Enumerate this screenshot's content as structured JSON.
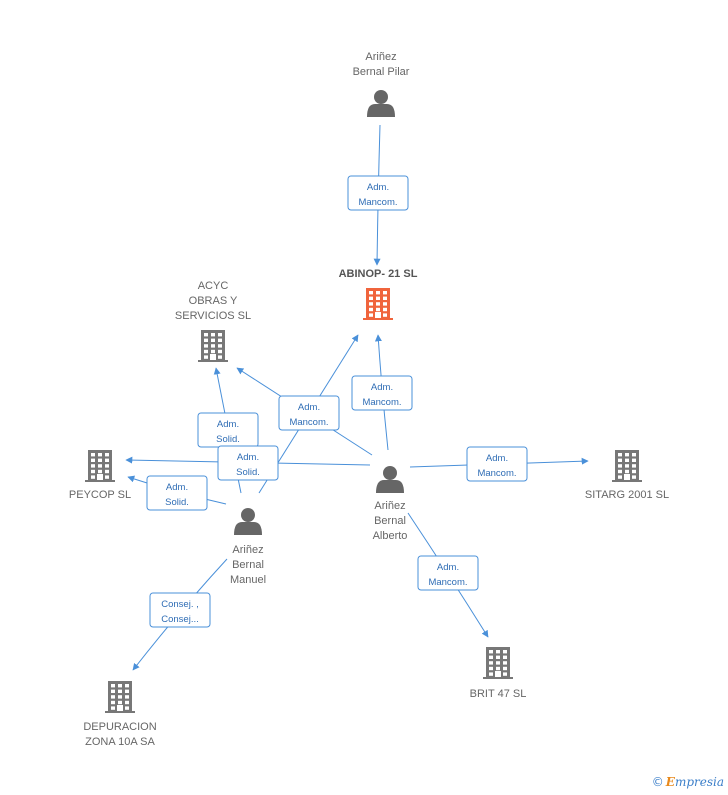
{
  "nodes": [
    {
      "id": "pilar",
      "kind": "person",
      "label": [
        "Ariñez",
        "Bernal Pilar"
      ]
    },
    {
      "id": "abinop",
      "kind": "company",
      "main": true,
      "label": [
        "ABINOP- 21 SL"
      ]
    },
    {
      "id": "acyc",
      "kind": "company",
      "label": [
        "ACYC",
        "OBRAS Y",
        "SERVICIOS  SL"
      ]
    },
    {
      "id": "peycop",
      "kind": "company",
      "label": [
        "PEYCOP SL"
      ]
    },
    {
      "id": "alberto",
      "kind": "person",
      "label": [
        "Ariñez",
        "Bernal",
        "Alberto"
      ]
    },
    {
      "id": "manuel",
      "kind": "person",
      "label": [
        "Ariñez",
        "Bernal",
        "Manuel"
      ]
    },
    {
      "id": "sitarg",
      "kind": "company",
      "label": [
        "SITARG 2001 SL"
      ]
    },
    {
      "id": "brit",
      "kind": "company",
      "label": [
        "BRIT 47 SL"
      ]
    },
    {
      "id": "depuracion",
      "kind": "company",
      "label": [
        "DEPURACION",
        "ZONA 10A SA"
      ]
    }
  ],
  "edges": [
    {
      "from": "pilar",
      "to": "abinop",
      "label": [
        "Adm.",
        "Mancom."
      ]
    },
    {
      "from": "alberto",
      "to": "abinop",
      "label": [
        "Adm.",
        "Mancom."
      ]
    },
    {
      "from": "manuel",
      "to": "abinop",
      "label": [
        "Adm.",
        "Mancom."
      ]
    },
    {
      "from": "alberto",
      "to": "acyc",
      "label": []
    },
    {
      "from": "manuel",
      "to": "acyc",
      "label": [
        "Adm.",
        "Solid."
      ]
    },
    {
      "from": "alberto",
      "to": "peycop",
      "label": [
        "Adm.",
        "Solid."
      ]
    },
    {
      "from": "manuel",
      "to": "peycop",
      "label": [
        "Adm.",
        "Solid."
      ]
    },
    {
      "from": "alberto",
      "to": "sitarg",
      "label": [
        "Adm.",
        "Mancom."
      ]
    },
    {
      "from": "alberto",
      "to": "brit",
      "label": [
        "Adm.",
        "Mancom."
      ]
    },
    {
      "from": "manuel",
      "to": "depuracion",
      "label": [
        "Consej. ,",
        "Consej..."
      ]
    }
  ],
  "colors": {
    "edge": "#4a90d9",
    "company": "#777777",
    "main_company": "#f0643c",
    "person": "#666666"
  },
  "footer": {
    "copyright": "©",
    "brand_initial": "E",
    "brand_rest": "mpresia"
  }
}
